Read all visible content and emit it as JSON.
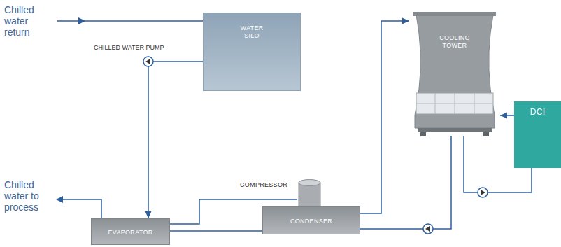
{
  "diagram": {
    "nodes": [
      {
        "text": [
          "WATER SILO"
        ]
      },
      {
        "text": [
          "EVAPORATOR"
        ]
      },
      {
        "text": [
          "COMPRESSOR"
        ]
      },
      {
        "text": [
          "CONDENSER"
        ]
      },
      {
        "text": [
          "COOLING TOWER"
        ]
      },
      {
        "text": [
          "DCI"
        ]
      }
    ],
    "edges": [
      {
        "from": 0,
        "to": 1,
        "arrow": "to"
      },
      {
        "from": 1,
        "to": 2,
        "arrow": "none"
      },
      {
        "from": 3,
        "to": 1,
        "arrow": "none"
      },
      {
        "from": 3,
        "to": 4,
        "arrow": "to"
      },
      {
        "from": 4,
        "to": 3,
        "arrow": "none"
      },
      {
        "from": 5,
        "to": 4,
        "arrow": "to"
      },
      {
        "from": 4,
        "to": 5,
        "arrow": "none"
      }
    ],
    "labels": [
      "Chilled water return",
      "CHILLED WATER PUMP",
      "Chilled water to process"
    ]
  }
}
